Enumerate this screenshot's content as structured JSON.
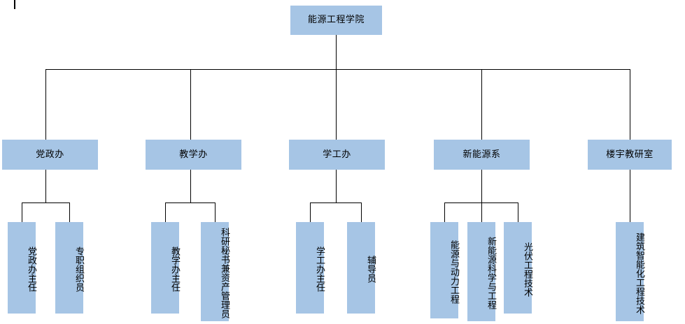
{
  "diagram": {
    "type": "organization-chart",
    "title_node": "能源工程学院",
    "box_fill_color": "#a6c5e5",
    "connector_color": "#000000",
    "background_color": "#ffffff",
    "root": {
      "label": "能源工程学院"
    },
    "departments": [
      {
        "label": "党政办",
        "children": [
          {
            "label": "党政办主任"
          },
          {
            "label": "专职组织员"
          }
        ]
      },
      {
        "label": "教学办",
        "children": [
          {
            "label": "教学办主任"
          },
          {
            "label": "科研秘书兼资产管理员"
          }
        ]
      },
      {
        "label": "学工办",
        "children": [
          {
            "label": "学工办主任"
          },
          {
            "label": "辅导员"
          }
        ]
      },
      {
        "label": "新能源系",
        "children": [
          {
            "label": "能源与动力工程"
          },
          {
            "label": "新能源科学与工程"
          },
          {
            "label": "光伏工程技术"
          }
        ]
      },
      {
        "label": "楼宇教研室",
        "children": [
          {
            "label": "建筑智能化工程技术"
          }
        ]
      }
    ]
  }
}
